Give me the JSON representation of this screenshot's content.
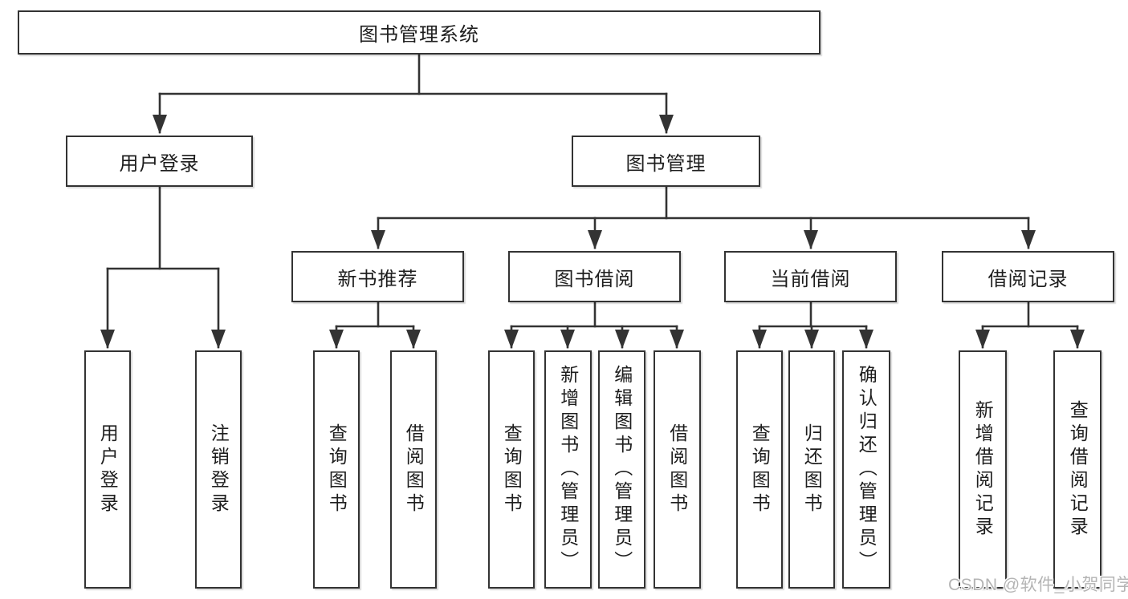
{
  "nodes": {
    "root": "图书管理系统",
    "user_login": "用户登录",
    "book_mgmt": "图书管理",
    "new_book_rec": "新书推荐",
    "book_borrow": "图书借阅",
    "current_borrow": "当前借阅",
    "borrow_record": "借阅记录",
    "ul_login": "用户登录",
    "ul_logout": "注销登录",
    "nb_query": "查询图书",
    "nb_borrow": "借阅图书",
    "bb_query": "查询图书",
    "bb_add": "新增图书（管理员）",
    "bb_edit": "编辑图书（管理员）",
    "bb_borrow": "借阅图书",
    "cb_query": "查询图书",
    "cb_return": "归还图书",
    "cb_confirm": "确认归还（管理员）",
    "br_add": "新增借阅记录",
    "br_query": "查询借阅记录"
  },
  "watermark": "CSDN @软件_小贺同学",
  "colors": {
    "line": "#333333",
    "text": "#1e1e1e",
    "watermark": "#b4b4b4",
    "background": "#ffffff"
  }
}
